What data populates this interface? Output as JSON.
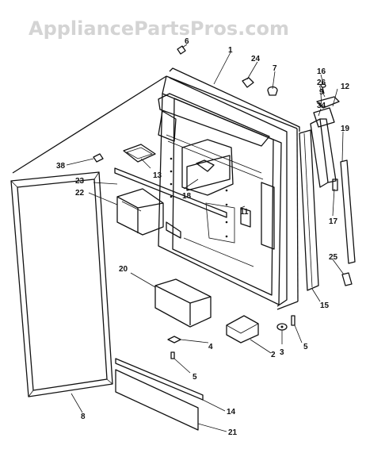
{
  "watermark": "AppliancePartsPros.com",
  "callouts": [
    "1",
    "2",
    "3",
    "4",
    "5",
    "5",
    "6",
    "7",
    "8",
    "9",
    "11",
    "12",
    "13",
    "14",
    "15",
    "16",
    "17",
    "18",
    "19",
    "20",
    "21",
    "22",
    "23",
    "24",
    "25",
    "26",
    "34",
    "38"
  ],
  "colors": {
    "line": "#111111",
    "watermark": "#d4d4d4",
    "background": "#ffffff"
  }
}
